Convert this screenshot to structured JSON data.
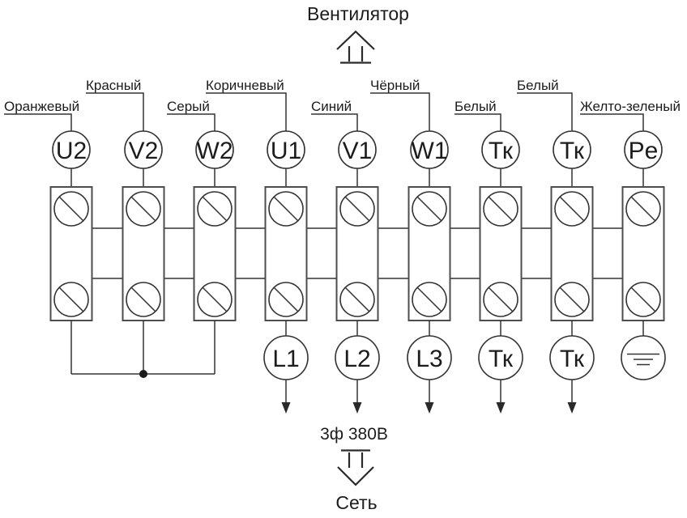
{
  "diagram": {
    "title": "Вентилятор",
    "power_label": "3ф 380В",
    "net_label": "Сеть",
    "colors": {
      "line": "#333333",
      "block_border": "#4d4d4d",
      "text": "#1c1c1c"
    },
    "columns": [
      {
        "terminal": "U2",
        "wire_color": "Оранжевый",
        "tier": "low",
        "bottom": "star",
        "bottom_label": "",
        "arrow": false
      },
      {
        "terminal": "V2",
        "wire_color": "Красный",
        "tier": "high",
        "bottom": "star",
        "bottom_label": "",
        "arrow": false
      },
      {
        "terminal": "W2",
        "wire_color": "Серый",
        "tier": "low",
        "bottom": "star",
        "bottom_label": "",
        "arrow": false
      },
      {
        "terminal": "U1",
        "wire_color": "Коричневый",
        "tier": "high",
        "bottom": "out",
        "bottom_label": "L1",
        "arrow": true
      },
      {
        "terminal": "V1",
        "wire_color": "Синий",
        "tier": "low",
        "bottom": "out",
        "bottom_label": "L2",
        "arrow": true
      },
      {
        "terminal": "W1",
        "wire_color": "Чёрный",
        "tier": "high",
        "bottom": "out",
        "bottom_label": "L3",
        "arrow": true
      },
      {
        "terminal": "Тк",
        "wire_color": "Белый",
        "tier": "low",
        "bottom": "out",
        "bottom_label": "Тк",
        "arrow": true
      },
      {
        "terminal": "Тк",
        "wire_color": "Белый",
        "tier": "high",
        "bottom": "out",
        "bottom_label": "Тк",
        "arrow": true
      },
      {
        "terminal": "Pe",
        "wire_color": "Желто-зеленый",
        "tier": "low",
        "bottom": "ground",
        "bottom_label": "",
        "arrow": false
      }
    ]
  }
}
